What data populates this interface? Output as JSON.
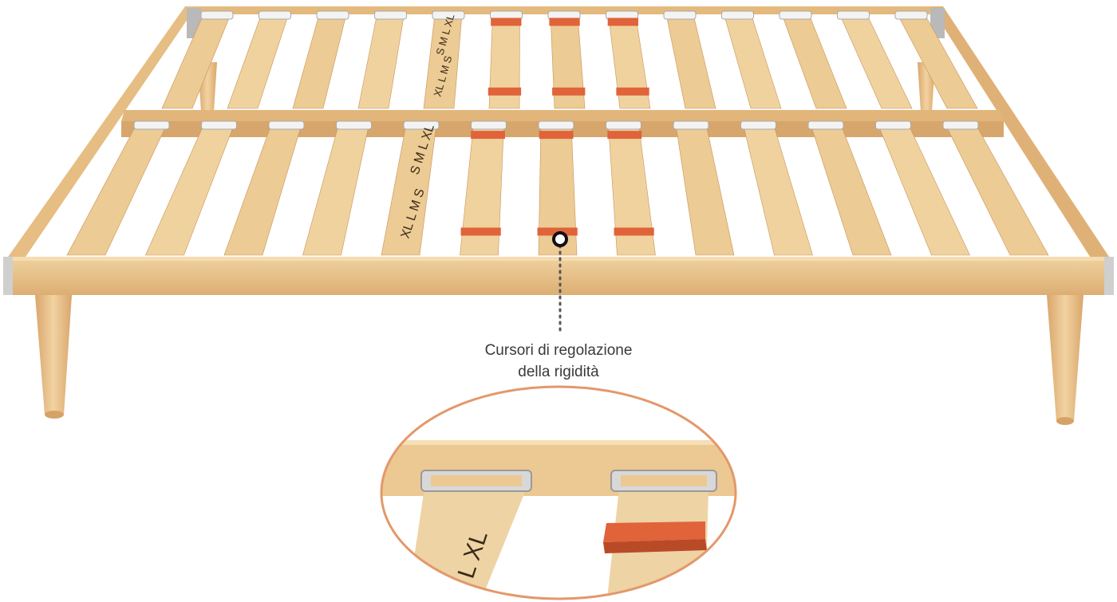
{
  "annotation": {
    "line1": "Cursori di regolazione",
    "line2": "della rigidità"
  },
  "size_labels": {
    "top_rear": "XL L M S",
    "top_front": "S M L XL",
    "bottom_rear": "XL L M S",
    "bottom_front": "S M L XL",
    "zoom": "L L XL"
  },
  "colors": {
    "wood_light": "#f0d29e",
    "wood_mid": "#e2b67a",
    "wood_dark": "#c99358",
    "slider": "#e0633a",
    "zoom_ring": "#e3986a",
    "metal": "#c9c9c9"
  }
}
